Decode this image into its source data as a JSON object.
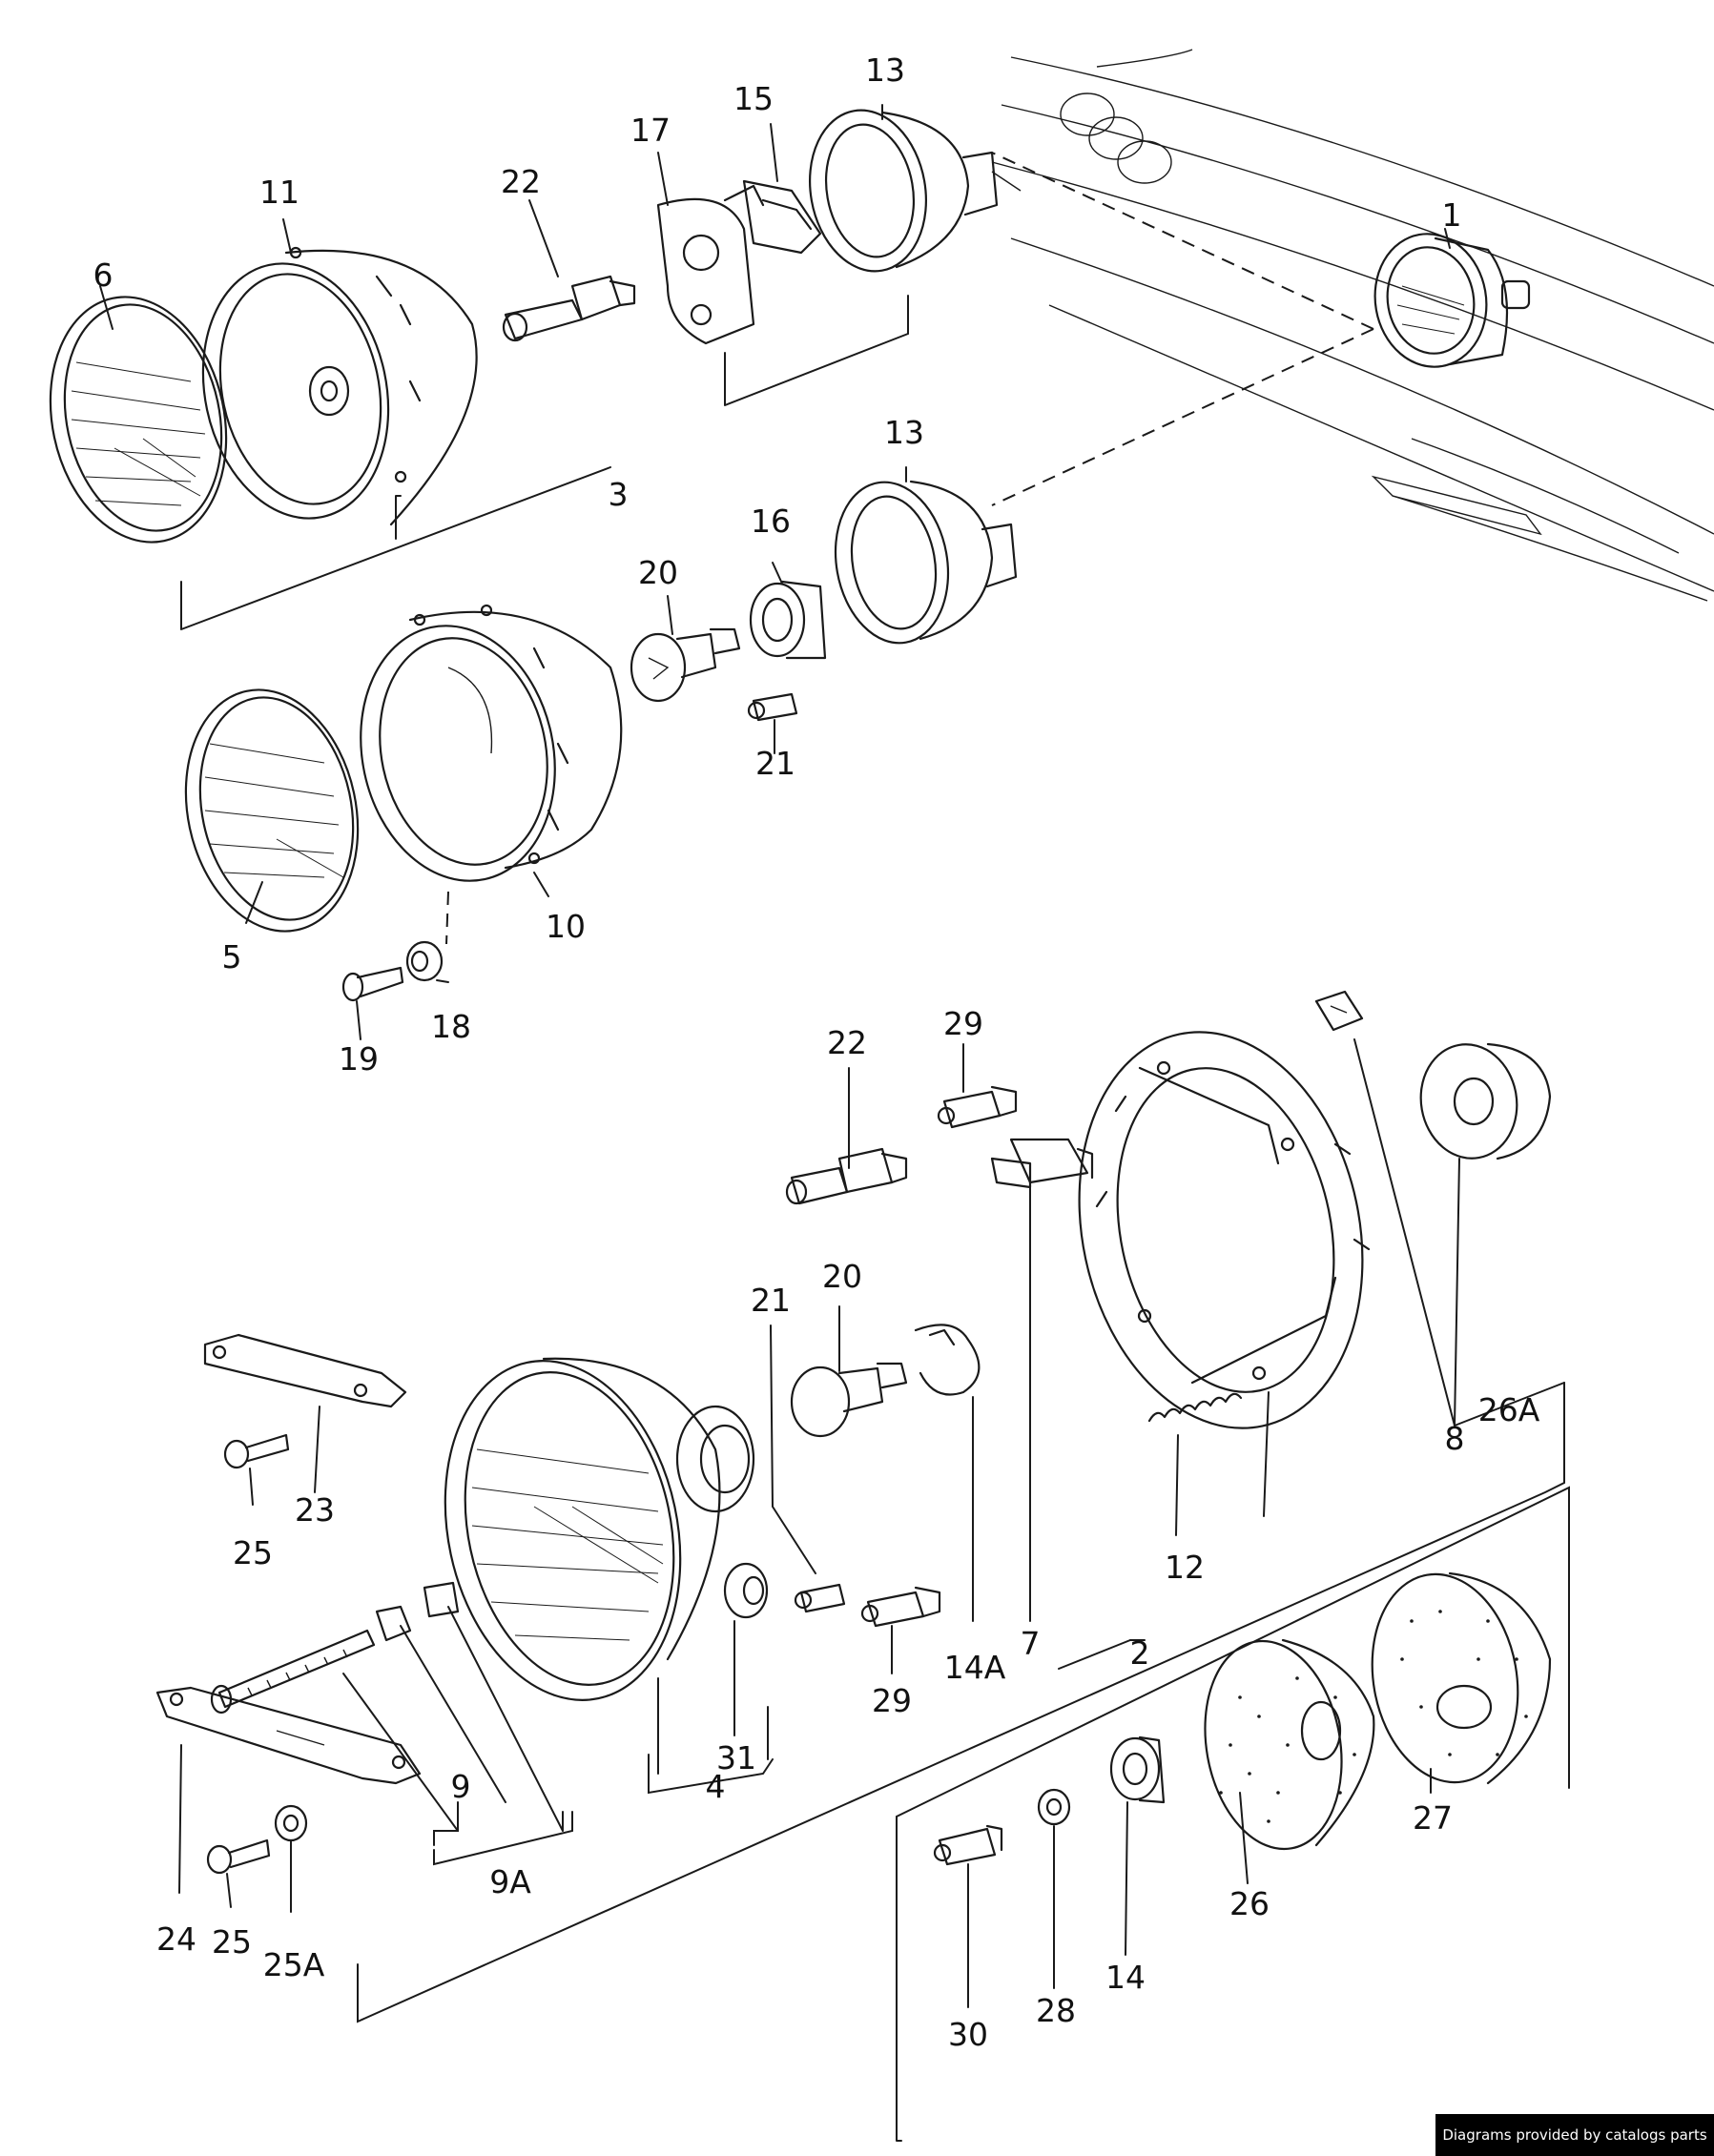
{
  "diagram": {
    "callouts": [
      {
        "id": "c1",
        "text": "1"
      },
      {
        "id": "c2",
        "text": "2"
      },
      {
        "id": "c3",
        "text": "3"
      },
      {
        "id": "c4",
        "text": "4"
      },
      {
        "id": "c5",
        "text": "5"
      },
      {
        "id": "c6",
        "text": "6"
      },
      {
        "id": "c7",
        "text": "7"
      },
      {
        "id": "c8",
        "text": "8"
      },
      {
        "id": "c9",
        "text": "9"
      },
      {
        "id": "c9a",
        "text": "9A"
      },
      {
        "id": "c10",
        "text": "10"
      },
      {
        "id": "c11",
        "text": "11"
      },
      {
        "id": "c12",
        "text": "12"
      },
      {
        "id": "c13a",
        "text": "13"
      },
      {
        "id": "c13b",
        "text": "13"
      },
      {
        "id": "c14",
        "text": "14"
      },
      {
        "id": "c14a",
        "text": "14A"
      },
      {
        "id": "c15",
        "text": "15"
      },
      {
        "id": "c16",
        "text": "16"
      },
      {
        "id": "c17",
        "text": "17"
      },
      {
        "id": "c18",
        "text": "18"
      },
      {
        "id": "c19",
        "text": "19"
      },
      {
        "id": "c20a",
        "text": "20"
      },
      {
        "id": "c20b",
        "text": "20"
      },
      {
        "id": "c21a",
        "text": "21"
      },
      {
        "id": "c21b",
        "text": "21"
      },
      {
        "id": "c22a",
        "text": "22"
      },
      {
        "id": "c22b",
        "text": "22"
      },
      {
        "id": "c23",
        "text": "23"
      },
      {
        "id": "c24",
        "text": "24"
      },
      {
        "id": "c25a",
        "text": "25"
      },
      {
        "id": "c25b",
        "text": "25"
      },
      {
        "id": "c25aa",
        "text": "25A"
      },
      {
        "id": "c26",
        "text": "26"
      },
      {
        "id": "c26a",
        "text": "26A"
      },
      {
        "id": "c27",
        "text": "27"
      },
      {
        "id": "c28",
        "text": "28"
      },
      {
        "id": "c29a",
        "text": "29"
      },
      {
        "id": "c29b",
        "text": "29"
      },
      {
        "id": "c30",
        "text": "30"
      },
      {
        "id": "c31",
        "text": "31"
      }
    ]
  },
  "footer": {
    "credit": "Diagrams provided by catalogs parts"
  }
}
